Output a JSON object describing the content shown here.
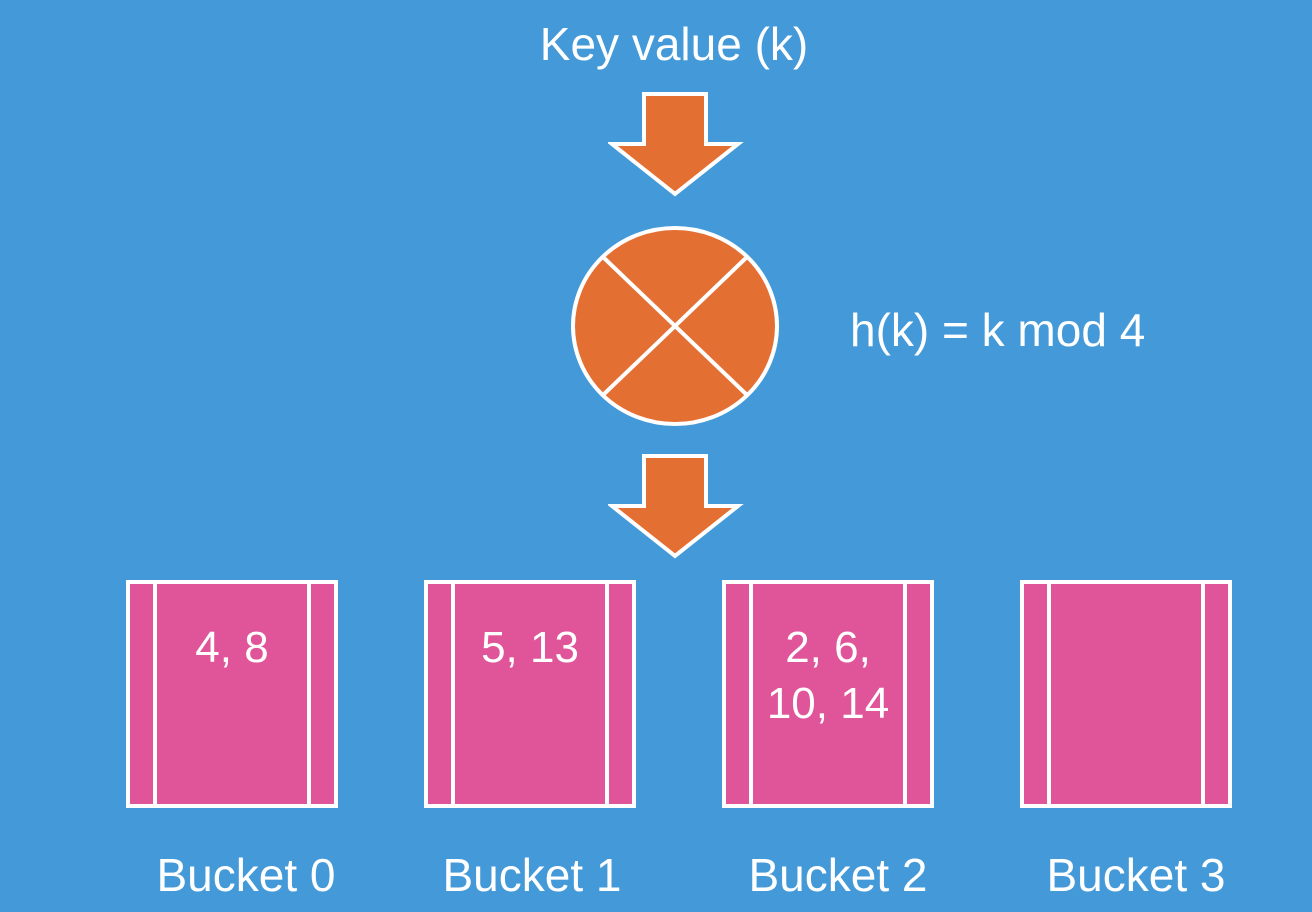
{
  "diagram": {
    "title": "Key value (k)",
    "hash_function": "h(k) = k mod 4",
    "colors": {
      "background": "#4499d8",
      "arrow_fill": "#e46f33",
      "hash_fill": "#e46f33",
      "bucket_fill": "#e0559a",
      "outline": "#ffffff"
    },
    "icons": {
      "arrow": "down-arrow-icon",
      "hash": "hash-function-circle-icon"
    },
    "buckets": [
      {
        "label": "Bucket 0",
        "contents": "4, 8"
      },
      {
        "label": "Bucket 1",
        "contents": "5, 13"
      },
      {
        "label": "Bucket 2",
        "contents": "2, 6,\n10, 14"
      },
      {
        "label": "Bucket 3",
        "contents": ""
      }
    ]
  }
}
